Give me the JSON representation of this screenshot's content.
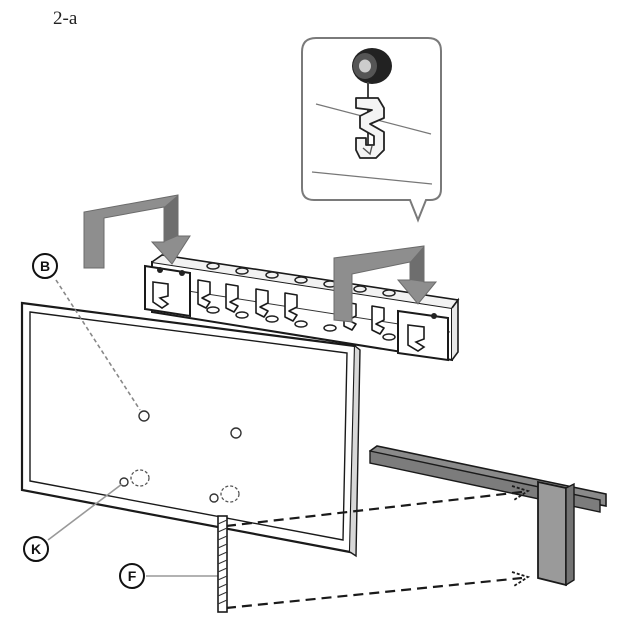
{
  "step": {
    "label": "2-a"
  },
  "callouts": {
    "b": "B",
    "k": "K",
    "f": "F"
  },
  "colors": {
    "line": "#1a1a1a",
    "gray_fill": "#9a9a9a",
    "dark_gray": "#6e6e6e",
    "light_gray": "#d4d4d4",
    "background": "#ffffff"
  }
}
